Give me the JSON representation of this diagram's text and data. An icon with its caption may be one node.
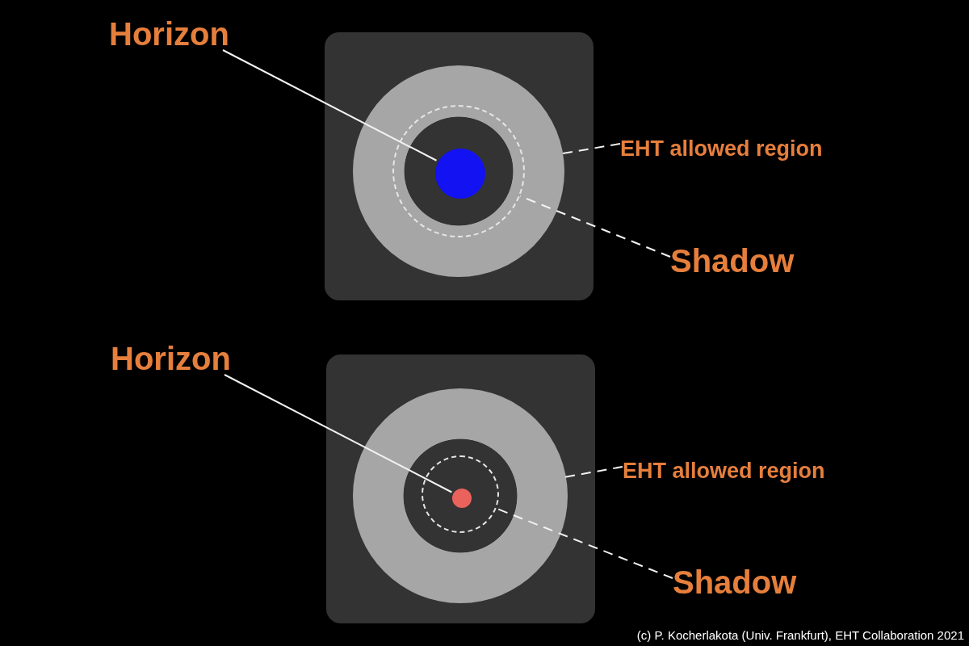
{
  "diagram": {
    "caption": "(c) P. Kocherlakota (Univ. Frankfurt), EHT Collaboration 2021",
    "nodes": [
      {
        "text": [
          "Horizon"
        ]
      },
      {
        "text": [],
        "shape": "circle"
      },
      {
        "text": [],
        "shape": "circle",
        "in": 1
      },
      {
        "text": [],
        "shape": "circle",
        "in": 2
      },
      {
        "text": [
          "EHT allowed region"
        ]
      },
      {
        "text": [
          "Shadow"
        ]
      },
      {
        "text": [
          "Horizon"
        ]
      },
      {
        "text": [],
        "shape": "circle"
      },
      {
        "text": [],
        "shape": "circle",
        "in": 7
      },
      {
        "text": [],
        "shape": "circle",
        "in": 8
      },
      {
        "text": [
          "EHT allowed region"
        ]
      },
      {
        "text": [
          "Shadow"
        ]
      }
    ],
    "edges": [
      {
        "from": 0,
        "to": 3,
        "arrow": "none"
      },
      {
        "from": 4,
        "to": 1,
        "arrow": "none",
        "style": "dashed"
      },
      {
        "from": 5,
        "to": 2,
        "arrow": "none",
        "style": "dashed"
      },
      {
        "from": 6,
        "to": 9,
        "arrow": "none"
      },
      {
        "from": 10,
        "to": 7,
        "arrow": "none",
        "style": "dashed"
      },
      {
        "from": 11,
        "to": 8,
        "arrow": "none",
        "style": "dashed"
      }
    ]
  }
}
